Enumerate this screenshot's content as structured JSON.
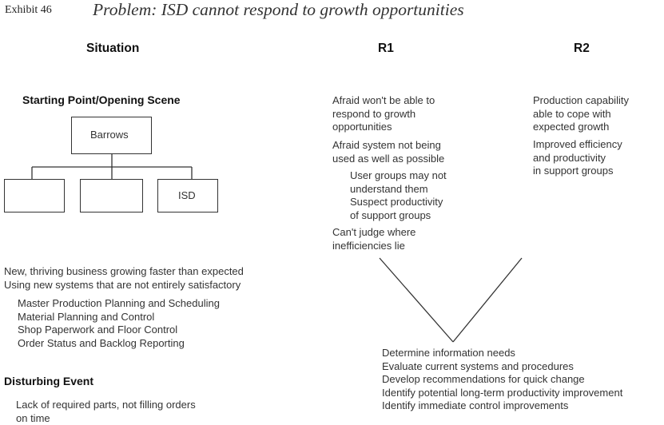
{
  "exhibit": {
    "label": "Exhibit 46",
    "title": "Problem: ISD cannot respond to growth opportunities"
  },
  "columns": {
    "situation": "Situation",
    "r1": "R1",
    "r2": "R2"
  },
  "starting_point": {
    "heading": "Starting Point/Opening Scene",
    "org_chart": {
      "top_box": "Barrows",
      "bottom_boxes": [
        "",
        "",
        "ISD"
      ]
    },
    "description": [
      "New, thriving business growing faster than expected",
      "Using new systems that are not entirely satisfactory"
    ],
    "systems": [
      "Master Production Planning and Scheduling",
      "Material Planning and Control",
      "Shop Paperwork and Floor Control",
      "Order Status and Backlog Reporting"
    ]
  },
  "disturbing_event": {
    "heading": "Disturbing Event",
    "lines": [
      "Lack of required parts, not filling orders",
      "on time"
    ]
  },
  "r1": {
    "item1": [
      "Afraid won't be able to",
      "respond to growth",
      "opportunities"
    ],
    "item2": [
      "Afraid system not being",
      "used as well as possible"
    ],
    "item2_sub": [
      "User groups may not",
      "understand them",
      "Suspect productivity",
      "of support groups"
    ],
    "item3": [
      "Can't judge where",
      "inefficiencies lie"
    ]
  },
  "r2": {
    "item1": [
      "Production capability",
      "able to cope with",
      "expected growth"
    ],
    "item2": [
      "Improved efficiency",
      "and productivity",
      "in support groups"
    ]
  },
  "resolution": [
    "Determine information needs",
    "Evaluate current systems and procedures",
    "Develop recommendations for quick change",
    "Identify potential long-term productivity improvement",
    "Identify immediate control improvements"
  ]
}
